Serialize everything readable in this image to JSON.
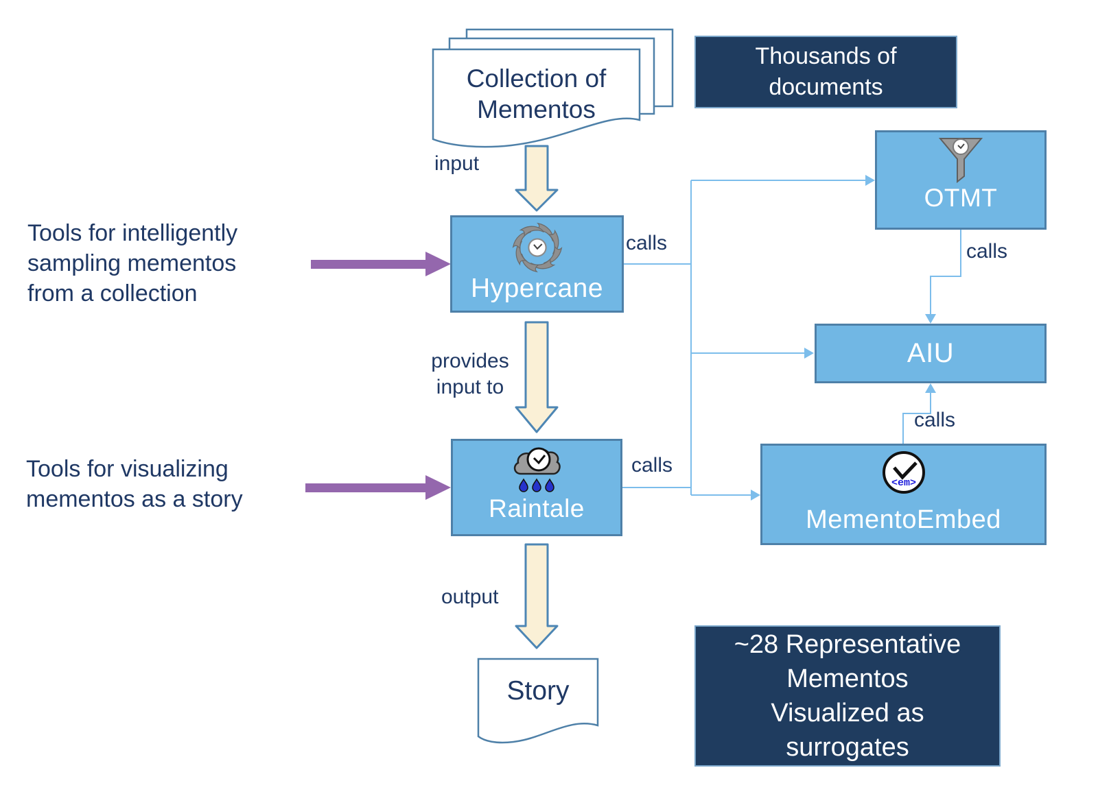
{
  "colors": {
    "box_fill": "#71B7E4",
    "box_border": "#4E80A8",
    "dark_fill": "#1F3C5F",
    "dark_border": "#7BA7CB",
    "navy_text": "#1F3864",
    "connector": "#7CBDEB",
    "cream_fill": "#FAF0D6",
    "cream_border": "#4D86B4",
    "purple": "#9467AD"
  },
  "nodes": {
    "collection_doc": {
      "label": "Collection of\nMementos"
    },
    "thousands_box": {
      "label": "Thousands of\ndocuments"
    },
    "hypercane": {
      "label": "Hypercane",
      "icon": "hurricane-clock-icon"
    },
    "otmt": {
      "label": "OTMT",
      "icon": "funnel-clock-icon"
    },
    "aiu": {
      "label": "AIU"
    },
    "mementoembed": {
      "label": "MementoEmbed",
      "icon": "clock-em-icon",
      "icon_text": "<em>"
    },
    "raintale": {
      "label": "Raintale",
      "icon": "rain-cloud-clock-icon"
    },
    "story_doc": {
      "label": "Story"
    },
    "representative_box": {
      "label": "~28 Representative\nMementos\nVisualized as\nsurrogates"
    }
  },
  "edge_labels": {
    "input": "input",
    "provides_input": "provides\ninput to",
    "output": "output",
    "hypercane_calls": "calls",
    "otmt_calls": "calls",
    "raintale_calls": "calls",
    "mementoembed_calls": "calls"
  },
  "annotations": {
    "sampling": "Tools for intelligently\nsampling mementos\nfrom a collection",
    "visualizing": "Tools for visualizing\nmementos as a story"
  }
}
